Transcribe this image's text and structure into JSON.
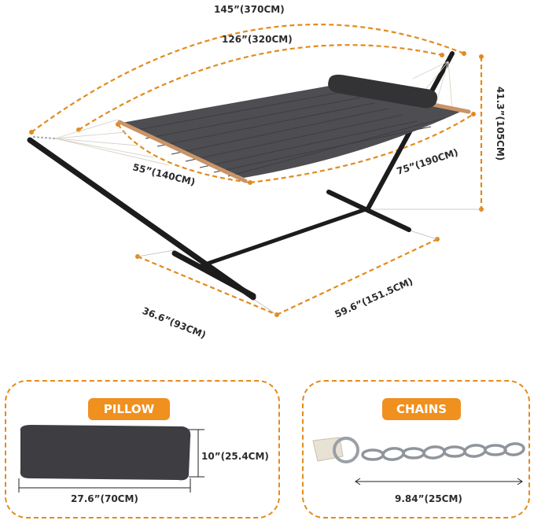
{
  "dimensions": {
    "overall_length": "145”(370CM)",
    "bed_length": "126”(320CM)",
    "bed_width": "55”(140CM)",
    "bed_diagonal": "75”(190CM)",
    "stand_height": "41.3”(105CM)",
    "base_width": "36.6”(93CM)",
    "base_depth": "59.6”(151.5CM)"
  },
  "pillow": {
    "label": "PILLOW",
    "height": "10”(25.4CM)",
    "length": "27.6”(70CM)"
  },
  "chains": {
    "label": "CHAINS",
    "length": "9.84”(25CM)"
  },
  "colors": {
    "accent": "#f0901f",
    "fabric": "#4d4d52",
    "frame": "#1c1c1c",
    "chain": "#9aa0a6"
  }
}
